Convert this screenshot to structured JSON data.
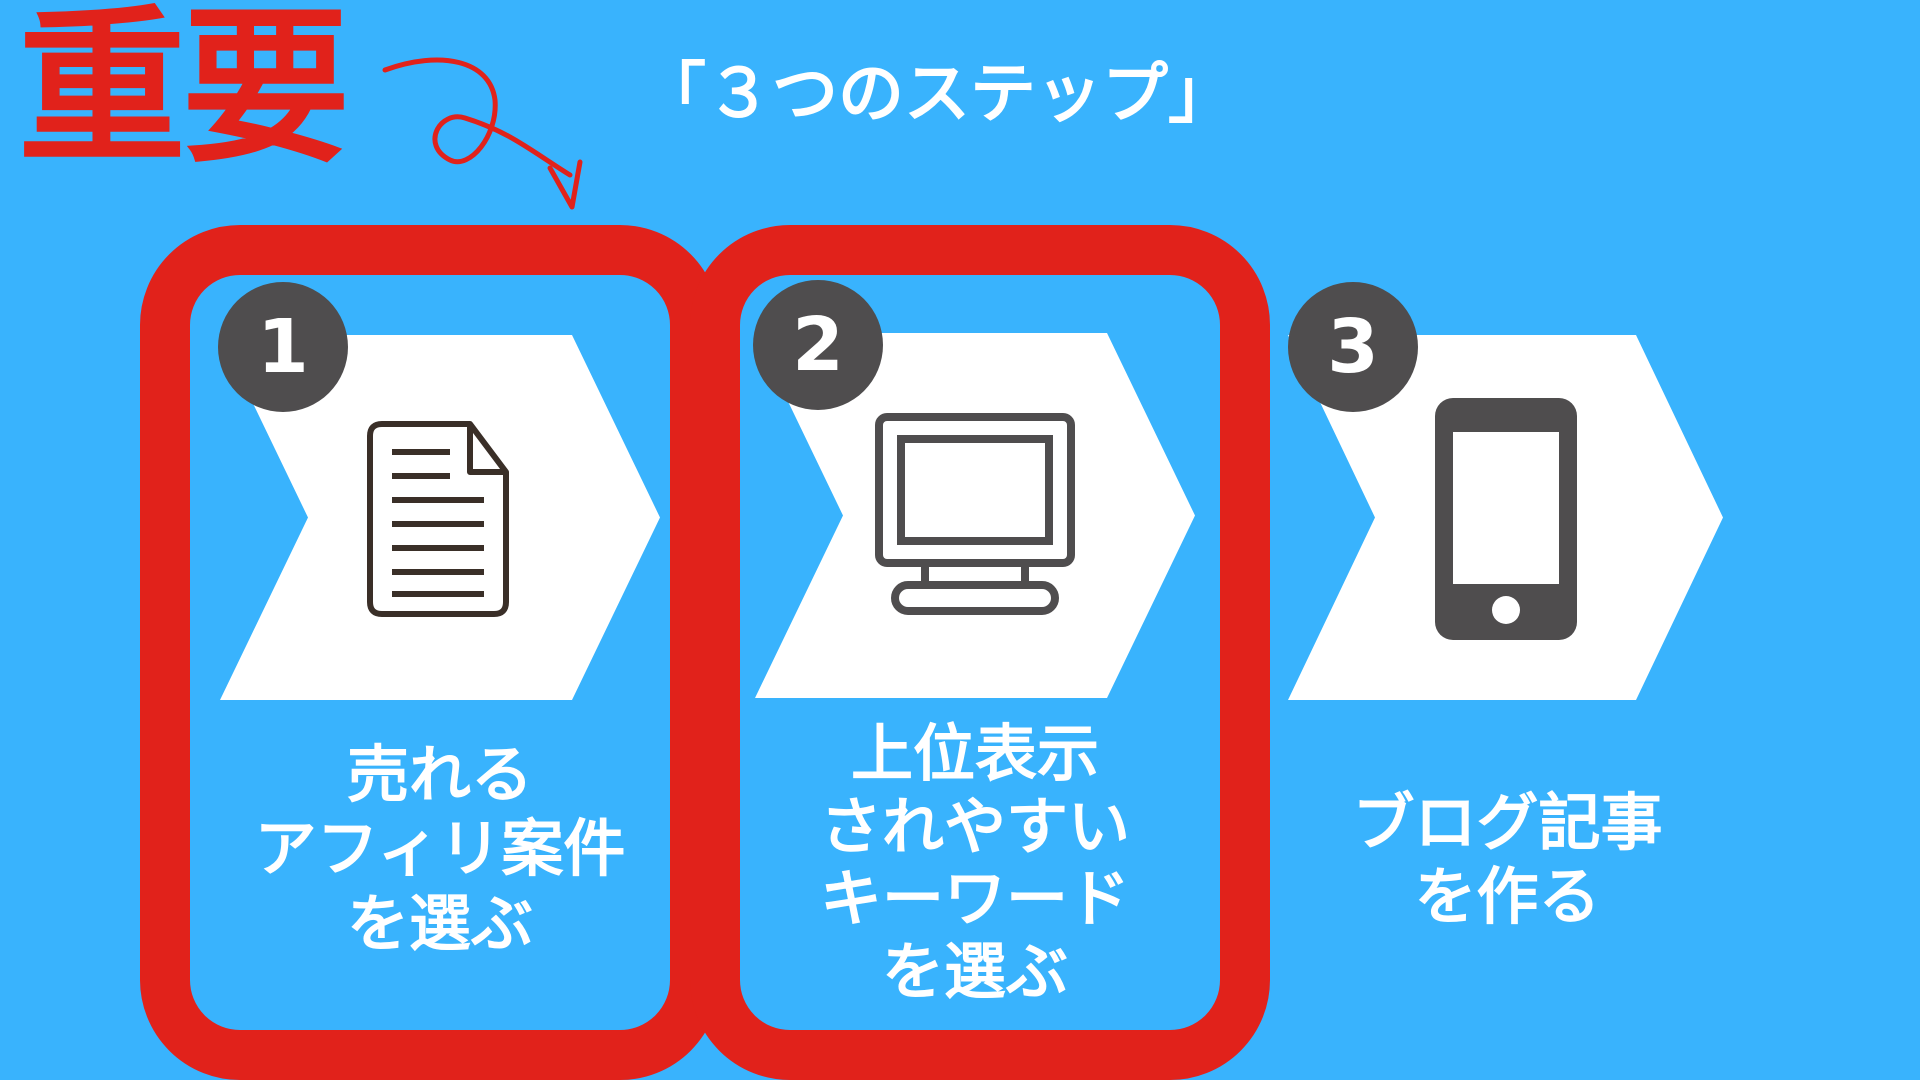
{
  "heading": "重要",
  "subtitle": "「３つのステップ」",
  "colors": {
    "background": "#39b3fd",
    "accent_red": "#e1221b",
    "badge_gray": "#4f4d4e",
    "chevron_white": "#ffffff"
  },
  "steps": [
    {
      "number": "1",
      "label": "売れる\nアフィリ案件\nを選ぶ",
      "icon": "document-icon",
      "highlighted": true
    },
    {
      "number": "2",
      "label": "上位表示\nされやすい\nキーワード\nを選ぶ",
      "icon": "monitor-icon",
      "highlighted": true
    },
    {
      "number": "3",
      "label": "ブログ記事\nを作る",
      "icon": "smartphone-icon",
      "highlighted": false
    }
  ]
}
